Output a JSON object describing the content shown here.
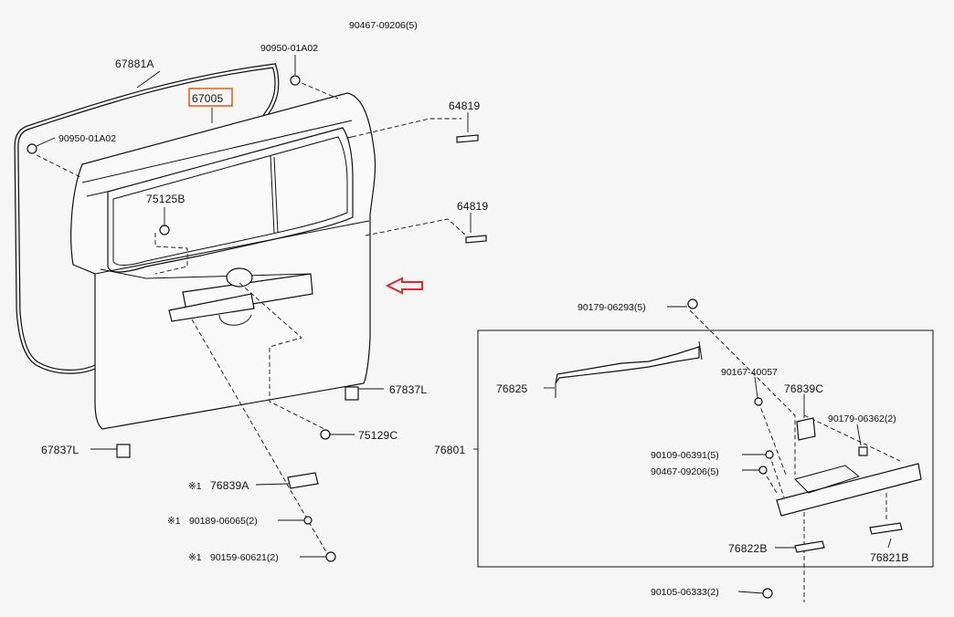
{
  "diagram": {
    "highlight_color": "#e8641c",
    "arrow_color": "#e0282d",
    "line_color": "#111111",
    "background": "#f6f6f6",
    "labels": {
      "p90467_top": "90467-09206(5)",
      "p90950_top": "90950-01A02",
      "p67881A": "67881A",
      "p67005": "67005",
      "p64819_a": "64819",
      "p90950_left": "90950-01A02",
      "p75125B": "75125B",
      "p64819_b": "64819",
      "p90179_06293": "90179-06293(5)",
      "p90167": "90167-40057",
      "p76839C": "76839C",
      "p76825": "76825",
      "p90179_06362": "90179-06362(2)",
      "p67837L_r": "67837L",
      "p75129C": "75129C",
      "p67837L_l": "67837L",
      "p76801": "76801",
      "p90109": "90109-06391(5)",
      "p90467_box": "90467-09206(5)",
      "p76839A_mark": "※1",
      "p76839A": "76839A",
      "p90189_mark": "※1",
      "p90189": "90189-06065(2)",
      "p90159_mark": "※1",
      "p90159": "90159-60621(2)",
      "p76822B": "76822B",
      "p76821B": "76821B",
      "p90105": "90105-06333(2)"
    }
  }
}
